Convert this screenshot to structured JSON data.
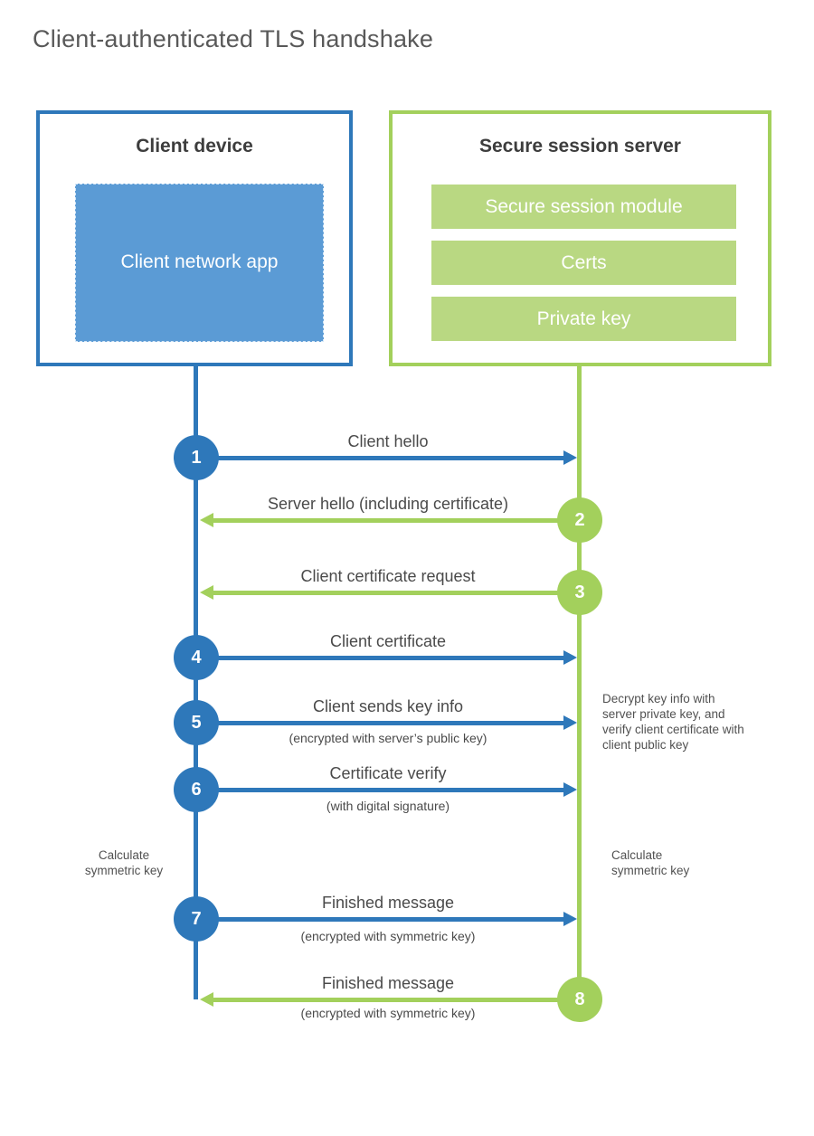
{
  "title": "Client-authenticated TLS handshake",
  "colors": {
    "blue_line": "#2e78ba",
    "blue_fill": "#5b9bd5",
    "green_line": "#a3d05c",
    "green_fill": "#b9d882"
  },
  "client": {
    "title": "Client device",
    "app_label": "Client network app"
  },
  "server": {
    "title": "Secure session server",
    "modules": [
      "Secure session module",
      "Certs",
      "Private key"
    ]
  },
  "messages": [
    {
      "step": "1",
      "label": "Client hello",
      "sub": "",
      "from": "client",
      "to": "server"
    },
    {
      "step": "2",
      "label": "Server hello (including certificate)",
      "sub": "",
      "from": "server",
      "to": "client"
    },
    {
      "step": "3",
      "label": "Client certificate request",
      "sub": "",
      "from": "server",
      "to": "client"
    },
    {
      "step": "4",
      "label": "Client certificate",
      "sub": "",
      "from": "client",
      "to": "server"
    },
    {
      "step": "5",
      "label": "Client sends key info",
      "sub": "(encrypted with server’s public key)",
      "from": "client",
      "to": "server"
    },
    {
      "step": "6",
      "label": "Certificate verify",
      "sub": "(with digital signature)",
      "from": "client",
      "to": "server"
    },
    {
      "step": "7",
      "label": "Finished message",
      "sub": "(encrypted with symmetric key)",
      "from": "client",
      "to": "server"
    },
    {
      "step": "8",
      "label": "Finished message",
      "sub": "(encrypted with symmetric key)",
      "from": "server",
      "to": "client"
    }
  ],
  "annotations": {
    "server_note": "Decrypt key info with server private key, and verify client certificate with client public key",
    "client_calc": "Calculate symmetric key",
    "server_calc": "Calculate symmetric key"
  }
}
